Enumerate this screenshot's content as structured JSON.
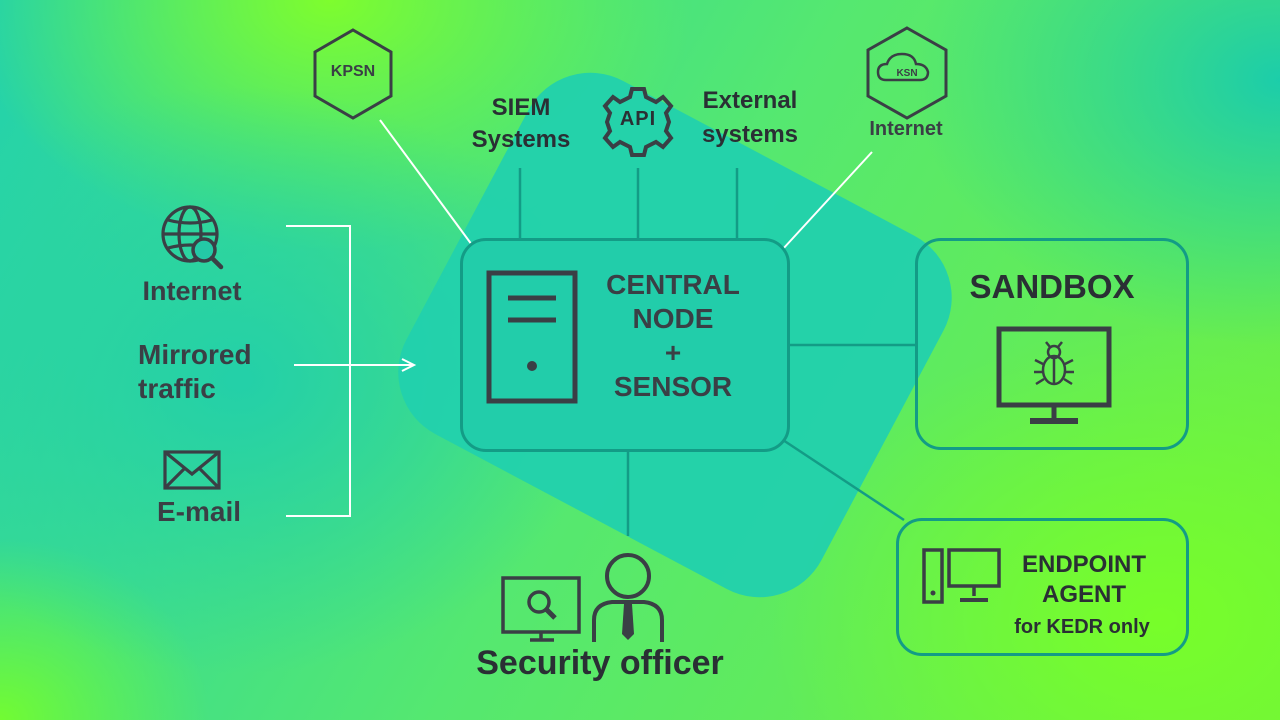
{
  "nodes": {
    "kpsn": "KPSN",
    "siem": {
      "line1": "SIEM",
      "line2": "Systems"
    },
    "api": "API",
    "external": {
      "line1": "External",
      "line2": "systems"
    },
    "ksn": {
      "icon": "KSN",
      "label": "Internet"
    },
    "central": {
      "line1": "CENTRAL",
      "line2": "NODE",
      "line3": "+",
      "line4": "SENSOR"
    },
    "sandbox": "SANDBOX",
    "endpoint": {
      "line1": "ENDPOINT",
      "line2": "AGENT",
      "line3": "for KEDR only"
    },
    "officer": "Security officer"
  },
  "sources": {
    "internet": "Internet",
    "mirrored": {
      "line1": "Mirrored",
      "line2": "traffic"
    },
    "email": "E-mail"
  },
  "colors": {
    "teal": "#22d1ad",
    "green": "#7cf53a",
    "border": "#139c86",
    "icon": "#3a3f45",
    "line": "#ffffff"
  }
}
